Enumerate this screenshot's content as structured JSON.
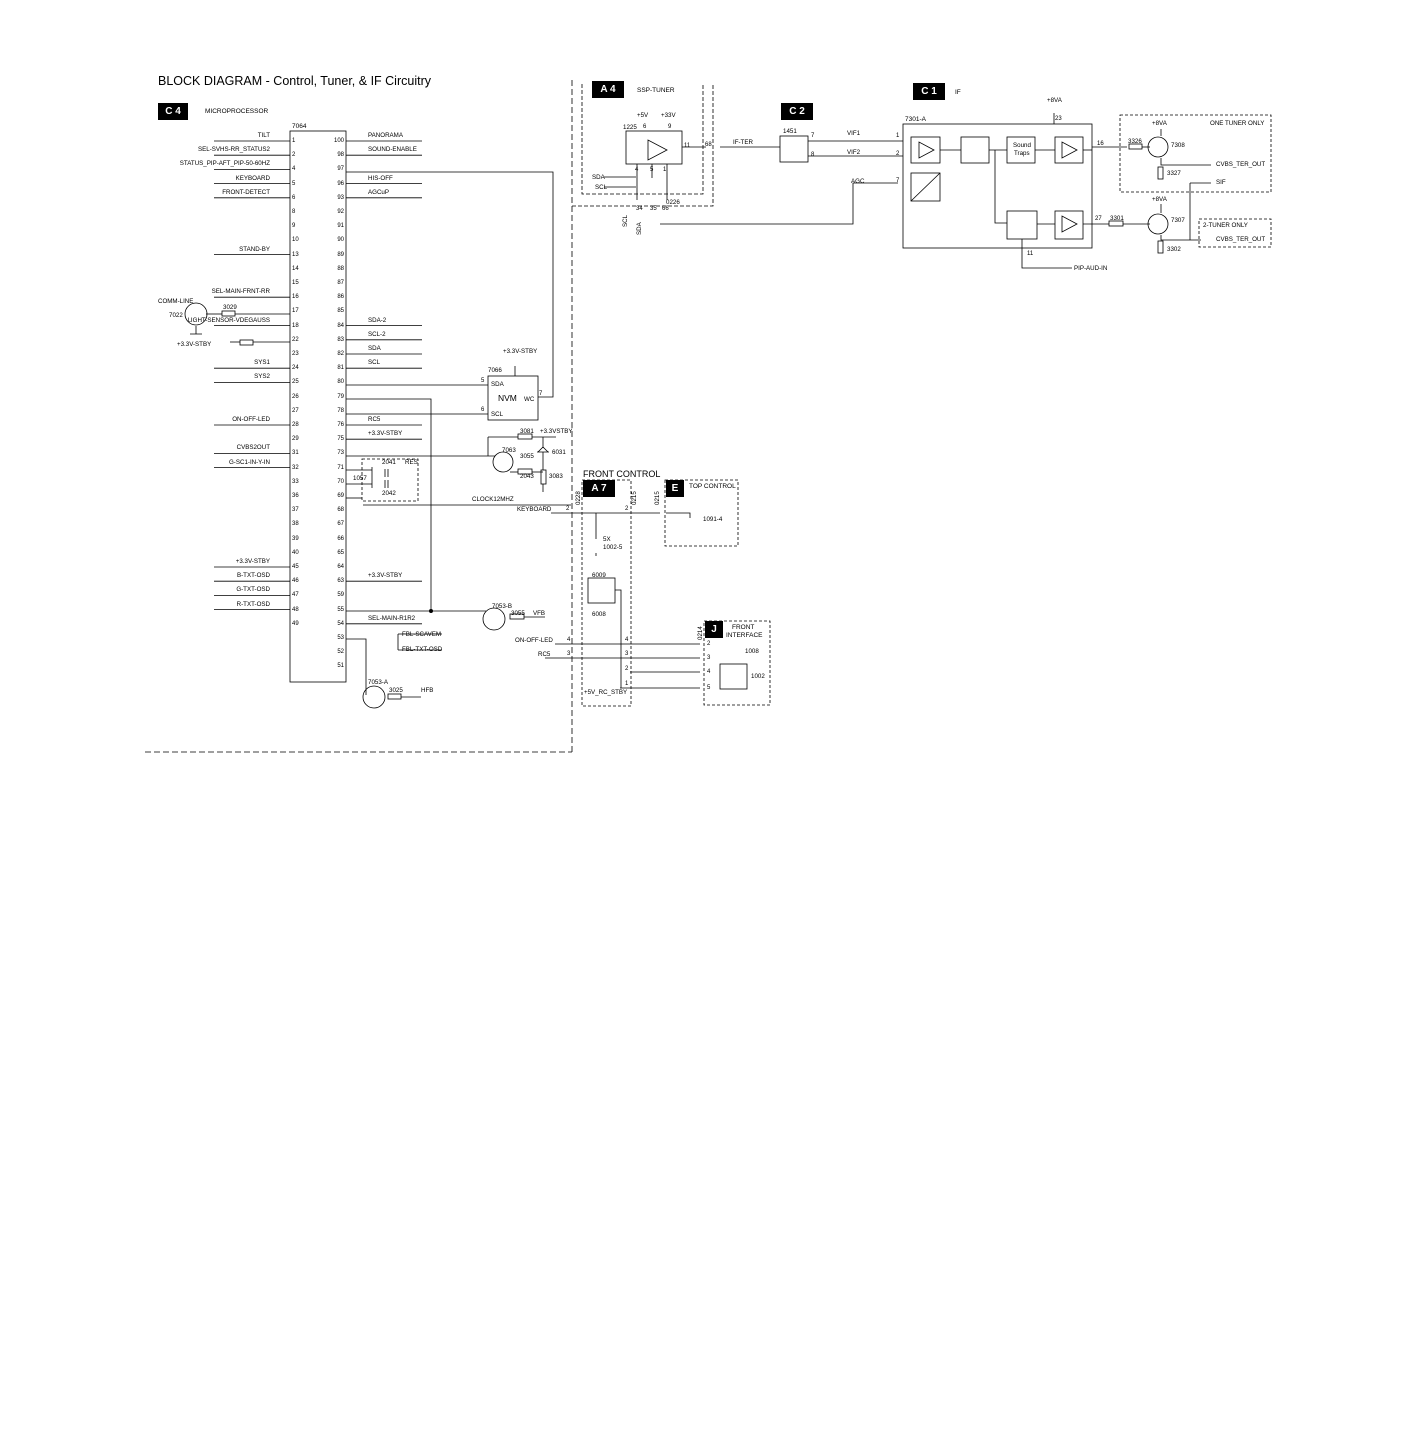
{
  "title": "BLOCK DIAGRAM - Control, Tuner, & IF Circuitry",
  "blocks": {
    "c4": {
      "tag": "C 4",
      "name": "MICROPROCESSOR",
      "ref": "7064"
    },
    "a4": {
      "tag": "A 4",
      "name": "SSP-TUNER"
    },
    "c2": {
      "tag": "C 2"
    },
    "c1": {
      "tag": "C 1",
      "name": "IF",
      "ref": "7301-A"
    },
    "a7": {
      "tag": "A 7",
      "name": "FRONT CONTROL"
    },
    "e": {
      "tag": "E",
      "name": "TOP CONTROL"
    },
    "j": {
      "tag": "J",
      "name_line1": "FRONT",
      "name_line2": "INTERFACE"
    }
  },
  "mcu_left_pins": [
    {
      "pin": "1",
      "signal": "TILT"
    },
    {
      "pin": "2",
      "signal": "SEL-SVHS-RR_STATUS2"
    },
    {
      "pin": "4",
      "signal": "STATUS_PIP-AFT_PIP-50-60HZ"
    },
    {
      "pin": "5",
      "signal": "KEYBOARD"
    },
    {
      "pin": "6",
      "signal": "FRONT-DETECT"
    },
    {
      "pin": "8",
      "signal": ""
    },
    {
      "pin": "9",
      "signal": ""
    },
    {
      "pin": "10",
      "signal": ""
    },
    {
      "pin": "13",
      "signal": "STAND-BY"
    },
    {
      "pin": "14",
      "signal": ""
    },
    {
      "pin": "15",
      "signal": ""
    },
    {
      "pin": "16",
      "signal": "SEL-MAIN-FRNT-RR"
    },
    {
      "pin": "17",
      "signal": ""
    },
    {
      "pin": "18",
      "signal": "LIGHT-SENSOR-VDEGAUSS"
    },
    {
      "pin": "22",
      "signal": ""
    },
    {
      "pin": "23",
      "signal": ""
    },
    {
      "pin": "24",
      "signal": "SYS1"
    },
    {
      "pin": "25",
      "signal": "SYS2"
    },
    {
      "pin": "26",
      "signal": ""
    },
    {
      "pin": "27",
      "signal": ""
    },
    {
      "pin": "28",
      "signal": "ON-OFF-LED"
    },
    {
      "pin": "29",
      "signal": ""
    },
    {
      "pin": "31",
      "signal": "CVBS2OUT"
    },
    {
      "pin": "32",
      "signal": "G-SC1-IN-Y-IN"
    },
    {
      "pin": "33",
      "signal": ""
    },
    {
      "pin": "36",
      "signal": ""
    },
    {
      "pin": "37",
      "signal": ""
    },
    {
      "pin": "38",
      "signal": ""
    },
    {
      "pin": "39",
      "signal": ""
    },
    {
      "pin": "40",
      "signal": ""
    },
    {
      "pin": "45",
      "signal": "+3.3V-STBY"
    },
    {
      "pin": "46",
      "signal": "B-TXT-OSD"
    },
    {
      "pin": "47",
      "signal": "G-TXT-OSD"
    },
    {
      "pin": "48",
      "signal": "R-TXT-OSD"
    },
    {
      "pin": "49",
      "signal": ""
    }
  ],
  "mcu_right_pins": [
    {
      "pin": "100",
      "signal": "PANORAMA"
    },
    {
      "pin": "98",
      "signal": "SOUND-ENABLE"
    },
    {
      "pin": "97",
      "signal": ""
    },
    {
      "pin": "96",
      "signal": "HIS-OFF"
    },
    {
      "pin": "93",
      "signal": "AGCuP"
    },
    {
      "pin": "92",
      "signal": ""
    },
    {
      "pin": "91",
      "signal": ""
    },
    {
      "pin": "90",
      "signal": ""
    },
    {
      "pin": "89",
      "signal": ""
    },
    {
      "pin": "88",
      "signal": ""
    },
    {
      "pin": "87",
      "signal": ""
    },
    {
      "pin": "86",
      "signal": ""
    },
    {
      "pin": "85",
      "signal": ""
    },
    {
      "pin": "84",
      "signal": "SDA-2"
    },
    {
      "pin": "83",
      "signal": "SCL-2"
    },
    {
      "pin": "82",
      "signal": "SDA"
    },
    {
      "pin": "81",
      "signal": "SCL"
    },
    {
      "pin": "80",
      "signal": ""
    },
    {
      "pin": "79",
      "signal": ""
    },
    {
      "pin": "78",
      "signal": ""
    },
    {
      "pin": "76",
      "signal": "RC5"
    },
    {
      "pin": "75",
      "signal": "+3.3V-STBY"
    },
    {
      "pin": "73",
      "signal": ""
    },
    {
      "pin": "71",
      "signal": ""
    },
    {
      "pin": "70",
      "signal": ""
    },
    {
      "pin": "69",
      "signal": ""
    },
    {
      "pin": "68",
      "signal": ""
    },
    {
      "pin": "67",
      "signal": ""
    },
    {
      "pin": "66",
      "signal": ""
    },
    {
      "pin": "65",
      "signal": ""
    },
    {
      "pin": "64",
      "signal": ""
    },
    {
      "pin": "63",
      "signal": "+3.3V-STBY"
    },
    {
      "pin": "59",
      "signal": ""
    },
    {
      "pin": "55",
      "signal": ""
    },
    {
      "pin": "54",
      "signal": "SEL-MAIN-R1R2"
    },
    {
      "pin": "53",
      "signal": ""
    },
    {
      "pin": "52",
      "signal": ""
    },
    {
      "pin": "51",
      "signal": ""
    }
  ],
  "labels": {
    "comm_line": "COMM-LINE",
    "t7022": "7022",
    "r3029": "3029",
    "v33stby_left": "+3.3V-STBY",
    "nvm_ref": "7066",
    "nvm_supply": "+3.3V-STBY",
    "nvm_name": "NVM",
    "nvm_sda": "SDA",
    "nvm_scl": "SCL",
    "nvm_wc": "WC",
    "nvm_pin5": "5",
    "nvm_pin6": "6",
    "nvm_pin7": "7",
    "r3081": "3081",
    "v33vstby": "+3.3VSTBY",
    "t7063": "7063",
    "d6031": "6031",
    "r3055a": "3055",
    "c2043": "2043",
    "r3083": "3083",
    "x1057": "1057",
    "c2041": "2041",
    "c2042": "2042",
    "res": "RES",
    "clock": "CLOCK12MHZ",
    "t7053b": "7053-B",
    "r3055b": "3055",
    "vfb": "VFB",
    "fbl_scavem": "FBL-SCAVEM",
    "fbl_txt": "FBL-TXT-OSD",
    "t7053a": "7053-A",
    "r3025": "3025",
    "hfb": "HFB",
    "tuner_v5": "+5V",
    "tuner_v33": "+33V",
    "tuner_ref": "1225",
    "tuner_p6": "6",
    "tuner_p9": "9",
    "tuner_p11": "11",
    "tuner_p4": "4",
    "tuner_p5": "5",
    "tuner_p1": "1",
    "tuner_sda": "SDA",
    "tuner_scl": "SCL",
    "p68": "68",
    "if_ter": "IF-TER",
    "p34": "34",
    "p35": "35",
    "p66": "66",
    "c0226": "0226",
    "scl_v": "SCL",
    "sda_v": "SDA",
    "f1451": "1451",
    "f_p7": "7",
    "f_p8": "8",
    "vif1": "VIF1",
    "vif2": "VIF2",
    "agc": "AGC",
    "if_p1": "1",
    "if_p2": "2",
    "if_p7": "7",
    "v8va_top": "+8VA",
    "if_p23": "23",
    "sound_traps_1": "Sound",
    "sound_traps_2": "Traps",
    "if_p16": "16",
    "if_p27": "27",
    "if_p11": "11",
    "pip_aud": "PIP-AUD-IN",
    "r3326": "3326",
    "v8va_1": "+8VA",
    "t7308": "7308",
    "r3327": "3327",
    "one_tuner": "ONE TUNER ONLY",
    "cvbs_ter1": "CVBS_TER_OUT",
    "sif": "SIF",
    "r3301": "3301",
    "v8va_2": "+8VA",
    "t7307": "7307",
    "r3302": "3302",
    "two_tuner": "2-TUNER ONLY",
    "cvbs_ter2": "CVBS_TER_OUT",
    "keyboard_fc": "KEYBOARD",
    "c0228": "0228",
    "c0215a": "0215",
    "c0215b": "0215",
    "fc_p2a": "2",
    "fc_p2b": "2",
    "s1091": "1091-4",
    "s5x": "5X",
    "s1002": "1002-5",
    "led6009": "6009",
    "led6008": "6008",
    "on_off_led_fc": "ON-OFF-LED",
    "rc5_fc": "RC5",
    "fc_p4a": "4",
    "fc_p3a": "3",
    "fc_p4b": "4",
    "fc_p3b": "3",
    "fc_p2c": "2",
    "fc_p1": "1",
    "v5_rc": "+5V_RC_STBY",
    "c0214": "0214",
    "ji_p2": "2",
    "ji_p3": "3",
    "ji_p4": "4",
    "ji_p5": "5",
    "d1008": "1008",
    "d1002": "1002"
  }
}
